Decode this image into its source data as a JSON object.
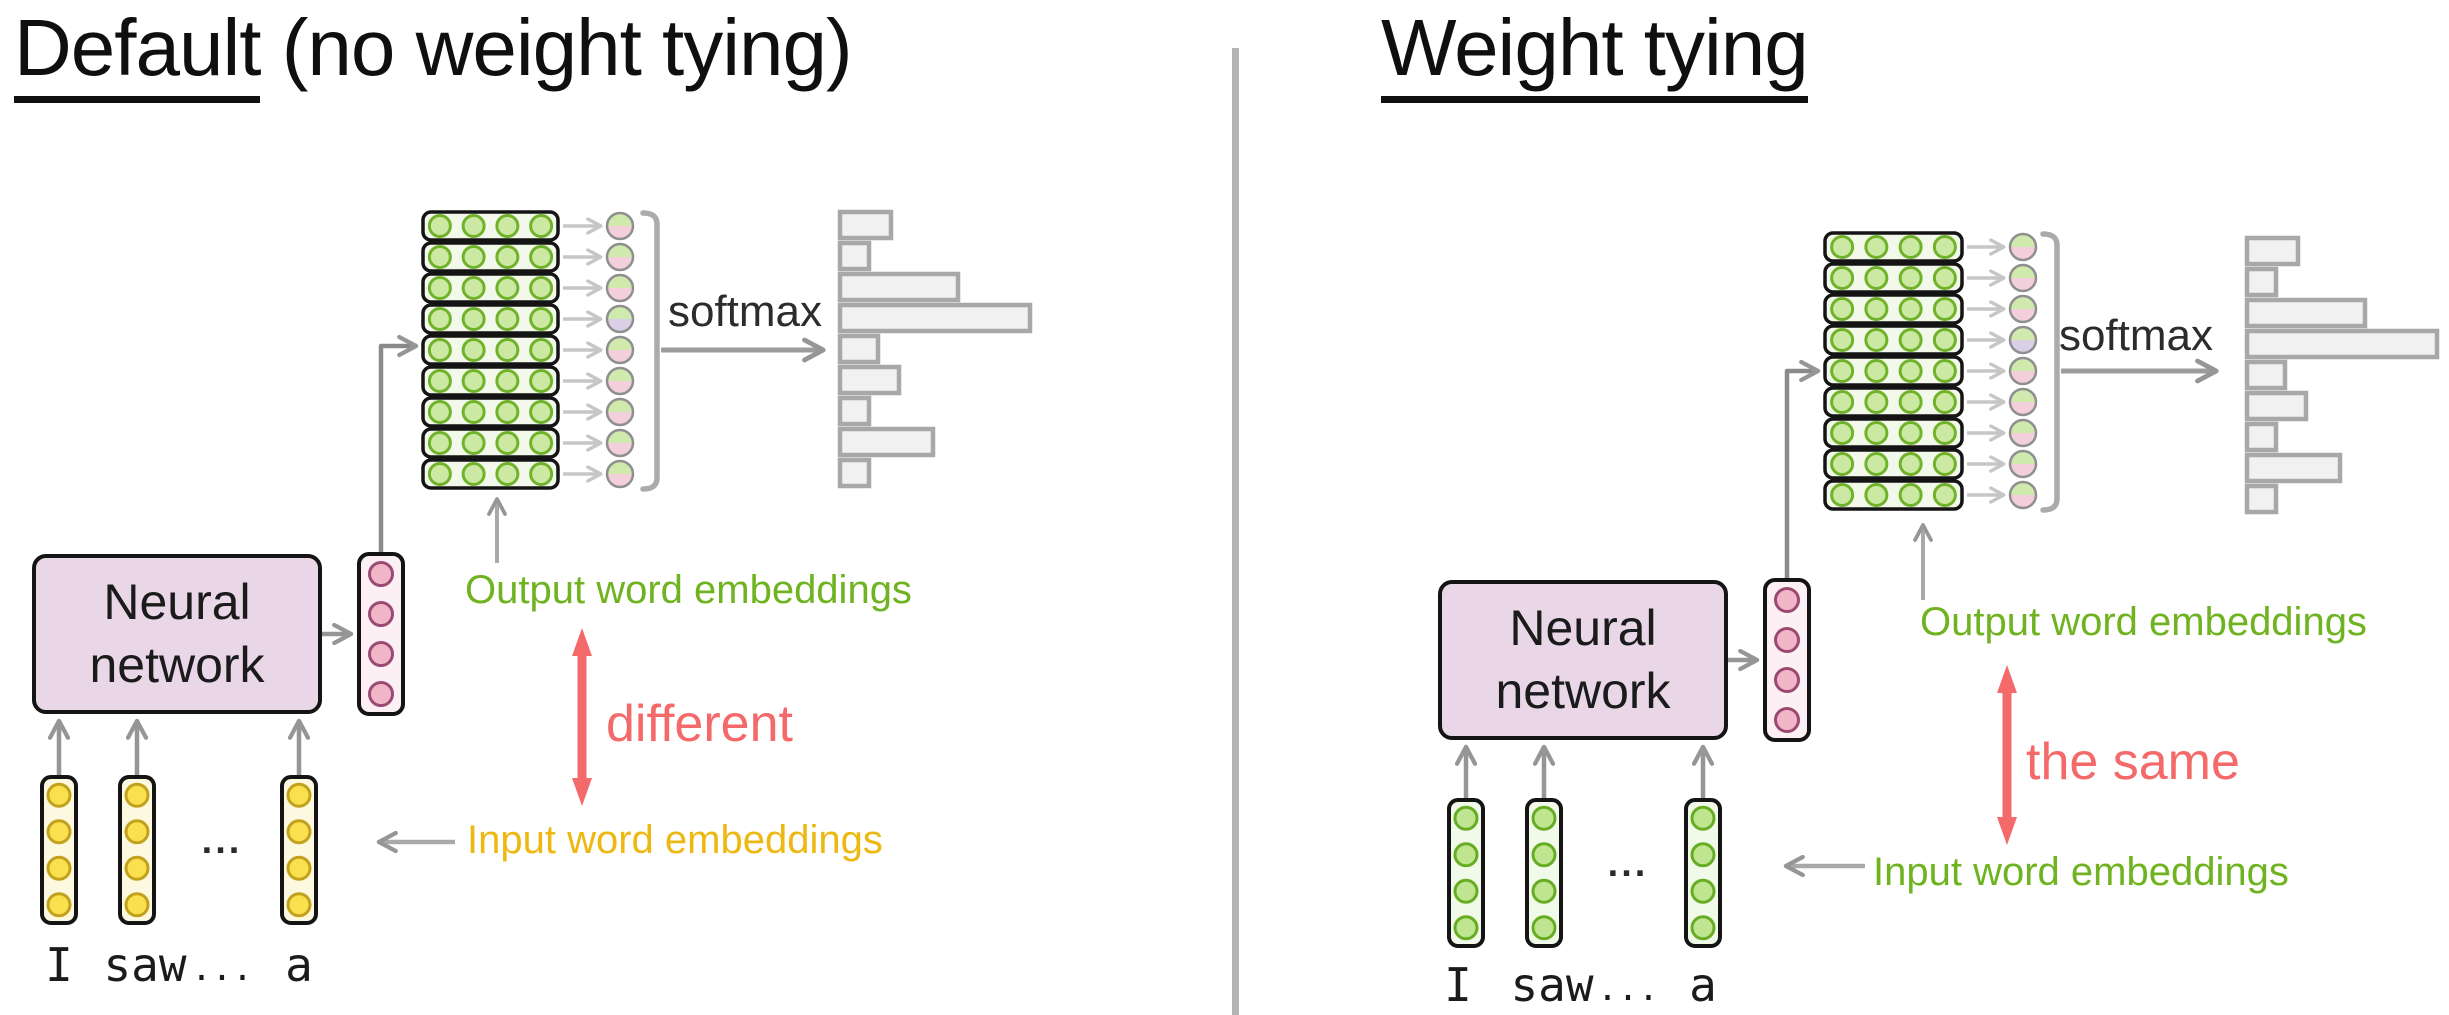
{
  "background": "#ffffff",
  "divider_color": "#b4b4b4",
  "panels": [
    {
      "name": "default",
      "title_underlined": "Default",
      "title_rest": " (no weight tying)",
      "network_label_line1": "Neural",
      "network_label_line2": "network",
      "softmax_label": "softmax",
      "output_label": {
        "text": "Output word embeddings",
        "color": "#6fb320"
      },
      "relation_label": {
        "text": "different",
        "color": "#f4696a"
      },
      "input_label": {
        "text": "Input word embeddings",
        "color": "#eeb812"
      },
      "words": [
        "I",
        "saw",
        "...",
        "a"
      ],
      "vector_ellipsis": "...",
      "network_box": {
        "fill": "#e9d7e8",
        "stroke": "#141414"
      },
      "matrix": {
        "rows": 9,
        "cols": 4,
        "row_fill": "#f3f9ea",
        "row_stroke": "#141414",
        "cell_fill": "#cce9a3",
        "cell_stroke": "#70b22a"
      },
      "score_dots": {
        "count": 9,
        "top_fill": "#d0eaae",
        "bottom_fill": "#f2cfda",
        "variant_index": 3,
        "variant_bottom_fill": "#d9cfe7",
        "stroke": "#8f8f8f"
      },
      "hidden_vector": {
        "cells": 4,
        "box_fill": "#fcf0f4",
        "box_stroke": "#141414",
        "cell_fill": "#f1b5c8",
        "cell_stroke": "#9b4a74"
      },
      "input_vectors": {
        "count": 3,
        "cells": 4,
        "box_fill": "#fdf9e0",
        "box_stroke": "#141414",
        "cell_fill": "#fae04e",
        "cell_stroke": "#c2a11c"
      },
      "bars": {
        "values": [
          0.27,
          0.15,
          0.62,
          1.0,
          0.2,
          0.31,
          0.15,
          0.49,
          0.15
        ],
        "fill": "#f1f1f1",
        "stroke": "#a8a8a8"
      }
    },
    {
      "name": "weight-tying",
      "title_underlined": "Weight tying",
      "title_rest": "",
      "network_label_line1": "Neural",
      "network_label_line2": "network",
      "softmax_label": "softmax",
      "output_label": {
        "text": "Output word embeddings",
        "color": "#6fb320"
      },
      "relation_label": {
        "text": "the same",
        "color": "#f4696a"
      },
      "input_label": {
        "text": "Input word embeddings",
        "color": "#6fb320"
      },
      "words": [
        "I",
        "saw",
        "...",
        "a"
      ],
      "vector_ellipsis": "...",
      "network_box": {
        "fill": "#e9d7e8",
        "stroke": "#141414"
      },
      "matrix": {
        "rows": 9,
        "cols": 4,
        "row_fill": "#f3f9ea",
        "row_stroke": "#141414",
        "cell_fill": "#cce9a3",
        "cell_stroke": "#70b22a"
      },
      "score_dots": {
        "count": 9,
        "top_fill": "#d0eaae",
        "bottom_fill": "#f2cfda",
        "variant_index": 3,
        "variant_bottom_fill": "#d9cfe7",
        "stroke": "#8f8f8f"
      },
      "hidden_vector": {
        "cells": 4,
        "box_fill": "#fcf0f4",
        "box_stroke": "#141414",
        "cell_fill": "#f1b5c8",
        "cell_stroke": "#9b4a74"
      },
      "input_vectors": {
        "count": 3,
        "cells": 4,
        "box_fill": "#f1f9e8",
        "box_stroke": "#141414",
        "cell_fill": "#c0e590",
        "cell_stroke": "#67ad24"
      },
      "bars": {
        "values": [
          0.27,
          0.15,
          0.62,
          1.0,
          0.2,
          0.31,
          0.15,
          0.49,
          0.15
        ],
        "fill": "#f1f1f1",
        "stroke": "#a8a8a8"
      }
    }
  ]
}
